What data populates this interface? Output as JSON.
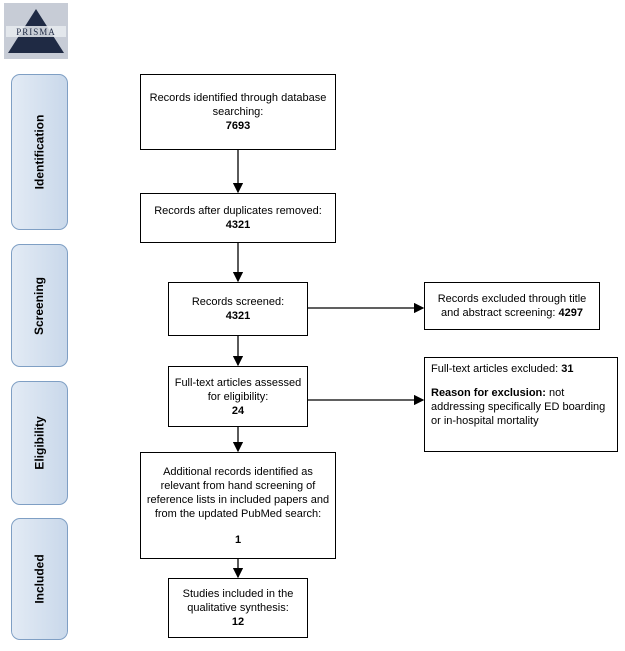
{
  "logo": {
    "text": "PRISMA"
  },
  "stages": {
    "identification": "Identification",
    "screening": "Screening",
    "eligibility": "Eligibility",
    "included": "Included"
  },
  "boxes": {
    "identified": {
      "text": "Records identified through database searching:",
      "count": "7693"
    },
    "deduplicated": {
      "text": "Records after duplicates removed:",
      "count": "4321"
    },
    "screened": {
      "text": "Records screened:",
      "count": "4321"
    },
    "excluded_screening": {
      "text": "Records excluded through title and abstract screening:",
      "count": "4297"
    },
    "fulltext": {
      "text": "Full-text articles assessed for eligibility:",
      "count": "24"
    },
    "excluded_fulltext": {
      "text": "Full-text articles excluded:",
      "count": "31",
      "reason_label": "Reason for exclusion:",
      "reason_text": "not addressing specifically ED boarding or in-hospital mortality"
    },
    "additional": {
      "text": "Additional records identified as relevant from hand screening of reference lists in included papers and from the updated PubMed search:",
      "count": "1"
    },
    "included": {
      "text": "Studies included in the qualitative synthesis:",
      "count": "12"
    }
  }
}
